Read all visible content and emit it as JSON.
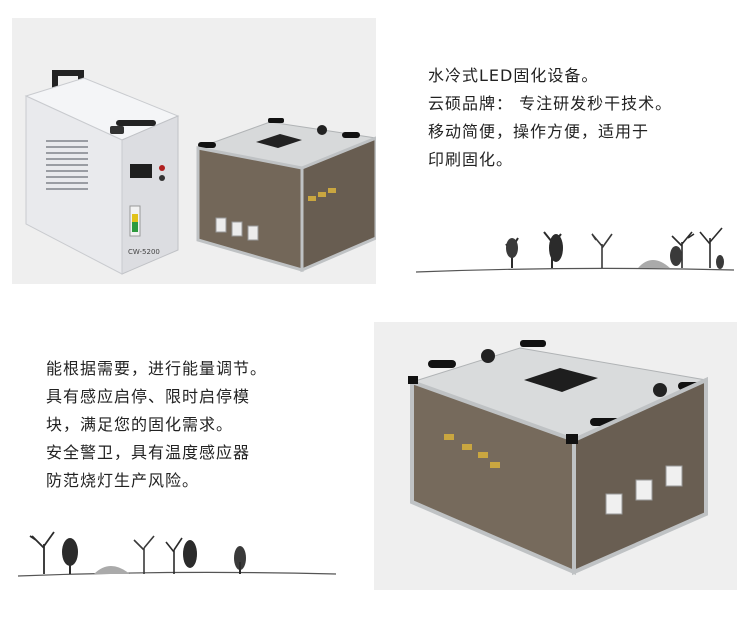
{
  "section_top": {
    "lines": [
      "水冷式LED固化设备。",
      "云硕品牌： 专注研发秒干技术。",
      "移动简便，操作方便，适用于",
      "印刷固化。"
    ],
    "chiller_model_label": "CW-5200"
  },
  "section_bottom": {
    "lines": [
      "能根据需要，进行能量调节。",
      "具有感应启停、限时启停模",
      "块，满足您的固化需求。",
      "安全警卫，具有温度感应器",
      "防范烧灯生产风险。"
    ]
  },
  "colors": {
    "text": "#222222",
    "photo_bg": "#efefef",
    "chiller_body": "#e6e7ea",
    "panel_brown": "#6f6457",
    "frame_silver": "#bfc2c4",
    "ink": "#2b2b2b"
  }
}
